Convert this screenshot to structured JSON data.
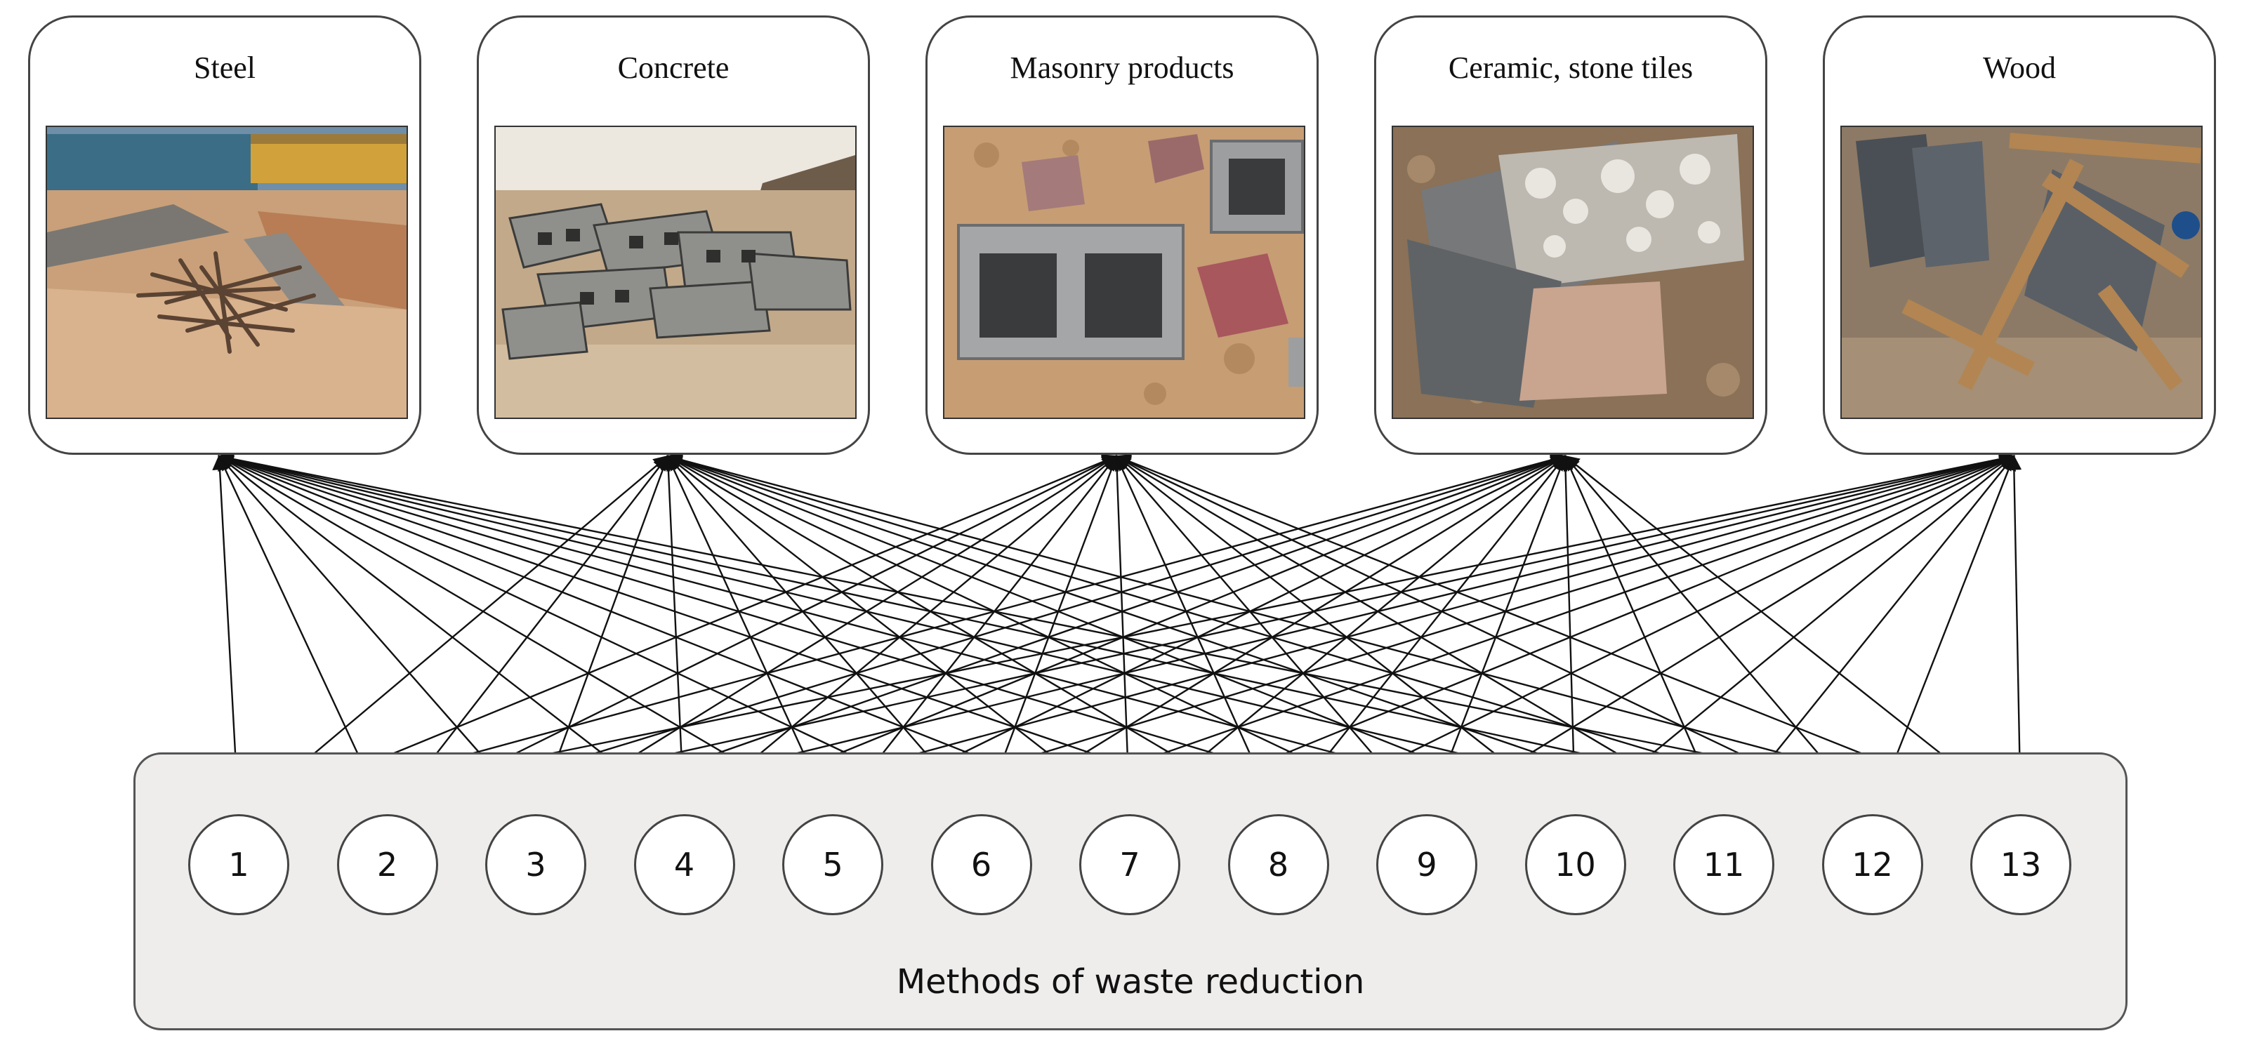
{
  "materials": [
    {
      "label": "Steel",
      "photo": "steel-waste-photo"
    },
    {
      "label": "Concrete",
      "photo": "concrete-rubble-photo"
    },
    {
      "label": "Masonry products",
      "photo": "masonry-blocks-photo"
    },
    {
      "label": "Ceramic, stone tiles",
      "photo": "tiles-photo"
    },
    {
      "label": "Wood",
      "photo": "wood-scraps-photo"
    }
  ],
  "methods": {
    "label": "Methods of waste reduction",
    "nodes": [
      "1",
      "2",
      "3",
      "4",
      "5",
      "6",
      "7",
      "8",
      "9",
      "10",
      "11",
      "12",
      "13"
    ]
  },
  "connections": "every method connects to every material",
  "colors": {
    "line": "#111111",
    "panel": "#eeedec",
    "border": "#444444"
  }
}
